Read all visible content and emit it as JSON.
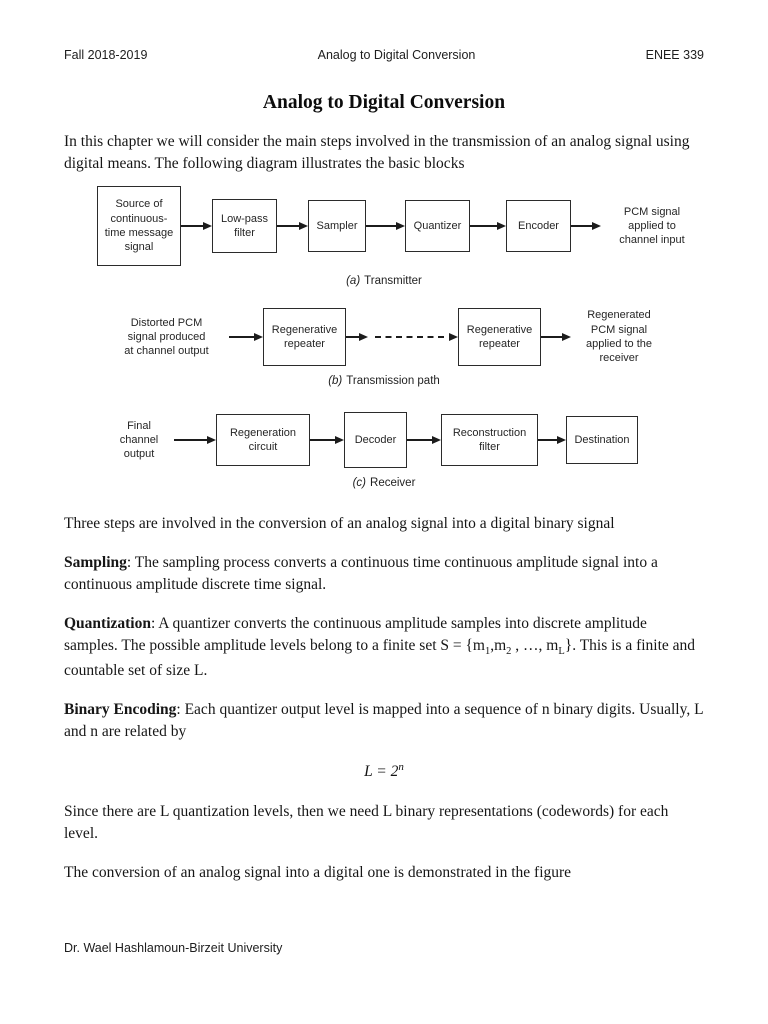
{
  "header": {
    "left": "Fall 2018-2019",
    "center": "Analog to Digital Conversion",
    "right": "ENEE 339"
  },
  "title": "Analog to Digital Conversion",
  "intro": "In this chapter we will consider the main steps involved in the transmission of an analog signal using digital means.  The following diagram illustrates the basic blocks",
  "fig_a": {
    "source": "Source of\ncontinuous-\ntime message\nsignal",
    "lpf": "Low-pass\nfilter",
    "sampler": "Sampler",
    "quantizer": "Quantizer",
    "encoder": "Encoder",
    "output": "PCM signal\napplied to\nchannel input",
    "caption_letter": "(a)",
    "caption": "Transmitter"
  },
  "fig_b": {
    "input": "Distorted PCM\nsignal produced\nat channel output",
    "repeater1": "Regenerative\nrepeater",
    "repeater2": "Regenerative\nrepeater",
    "output": "Regenerated\nPCM signal\napplied to the\nreceiver",
    "caption_letter": "(b)",
    "caption": "Transmission path"
  },
  "fig_c": {
    "input": "Final\nchannel\noutput",
    "regen": "Regeneration\ncircuit",
    "decoder": "Decoder",
    "recon": "Reconstruction\nfilter",
    "dest": "Destination",
    "caption_letter": "(c)",
    "caption": "Receiver"
  },
  "paragraphs": {
    "three_steps": "Three steps are involved in the conversion of an analog signal into a digital binary signal",
    "sampling_bold": "Sampling",
    "sampling_rest": ": The sampling process converts a continuous time continuous amplitude signal into a continuous amplitude discrete time signal.",
    "quant_bold": "Quantization",
    "quant_t1": ": A quantizer converts the continuous amplitude samples into discrete amplitude samples. The possible amplitude levels belong to a finite set S = {m",
    "quant_sub1": "1",
    "quant_t2": ",m",
    "quant_sub2": "2",
    "quant_t3": " , …, m",
    "quant_sub3": "L",
    "quant_t4": "}. This is a finite and countable set of size L.",
    "binary_bold": "Binary Encoding",
    "binary_rest": ": Each quantizer output level is mapped into a sequence of n binary digits. Usually, L and n are related by",
    "formula_main": "L = 2",
    "formula_sup": "n",
    "since": "Since there are L quantization levels, then we need L binary representations (codewords) for each level.",
    "conversion": "The conversion of an analog signal into a digital one is demonstrated in the figure"
  },
  "footer": "Dr. Wael Hashlamoun-Birzeit University"
}
